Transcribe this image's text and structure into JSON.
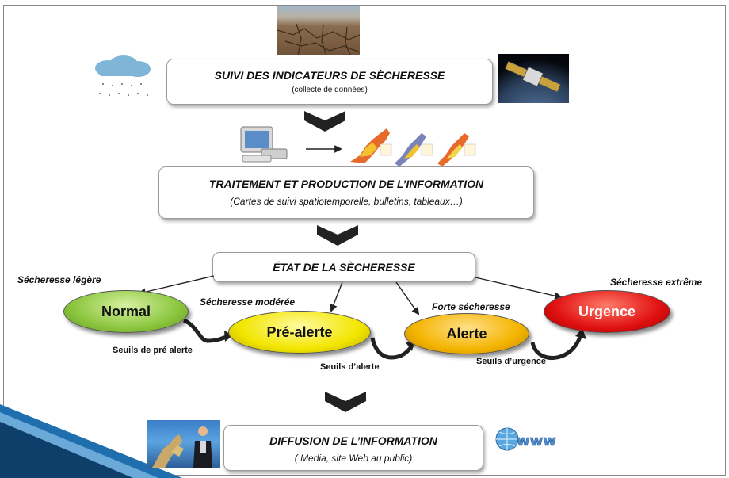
{
  "boxes": {
    "monitoring": {
      "title": "SUIVI DES INDICATEURS DE SÈCHERESSE",
      "subtitle": "(collecte de données)"
    },
    "processing": {
      "title": "TRAITEMENT ET PRODUCTION DE L’INFORMATION",
      "subtitle": "(Cartes de suivi spatiotemporelle, bulletins, tableaux…)"
    },
    "state": {
      "title": "ÉTAT DE LA SÈCHERESSE"
    },
    "diffusion": {
      "title": "DIFFUSION DE L’INFORMATION",
      "subtitle": "( Media, site Web au public)"
    }
  },
  "levels": [
    {
      "label": "Normal",
      "severity": "Sécheresse légère",
      "color": "#8cc63f"
    },
    {
      "label": "Pré-alerte",
      "severity": "Sécheresse modérée",
      "color": "#f2e600"
    },
    {
      "label": "Alerte",
      "severity": "Forte sécheresse",
      "color": "#f4b400"
    },
    {
      "label": "Urgence",
      "severity": "Sécheresse extrême",
      "color": "#e01010"
    }
  ],
  "thresholds": {
    "pre_alert": "Seuils de pré alerte",
    "alert": "Seuils d’alerte",
    "emergency": "Seuils d’urgence"
  },
  "icons": [
    "dry-cracked-earth-image",
    "rain-cloud-icon",
    "satellite-image",
    "computer-icon",
    "map-icon",
    "tv-weather-presenter-image",
    "www-globe-icon"
  ]
}
